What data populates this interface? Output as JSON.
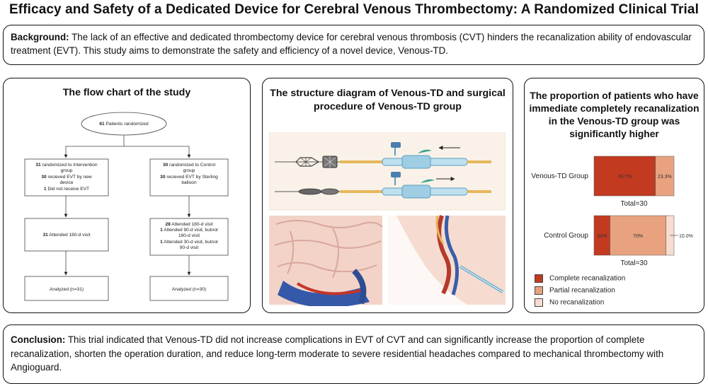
{
  "title": "Efficacy and Safety of a Dedicated Device for Cerebral Venous Thrombectomy: A Randomized Clinical Trial",
  "background": {
    "label": "Background:",
    "text": "The lack of an effective and dedicated thrombectomy device for cerebral venous thrombosis (CVT) hinders the recanalization ability of endovascular treatment (EVT). This study aims to demonstrate the safety and efficiency of a novel device, Venous-TD."
  },
  "flow": {
    "title": "The flow chart of the study",
    "top_num": "61",
    "top_text": "Patients randomized",
    "left": {
      "l1_num": "31",
      "l1_text": "randomized to Intervention",
      "l2": "group",
      "l3_num": "30",
      "l3_text": "recieved EVT by new",
      "l4": "device",
      "l5_num": "1",
      "l5_text": "Did not receive EVT",
      "visit_num": "31",
      "visit_text": "Attended 180-d visit",
      "analyzed": "Analyzed (n=31)"
    },
    "right": {
      "l1_num": "30",
      "l1_text": "randomized to Control",
      "l2": "group",
      "l3_num": "30",
      "l3_text": "recieved EVT by Sterling",
      "l4": "balloon",
      "v1_num": "28",
      "v1_text": "Attended 180-d visit",
      "v2_num": "1",
      "v2_text": "Attended 90-d visit, butnot",
      "v3": "180-d visit",
      "v4_num": "1",
      "v4_text": "Attended 30-d visit, butnot",
      "v5": "90-d visit",
      "analyzed": "Analyzed (n=30)"
    }
  },
  "diagram": {
    "title_line1": "The structure diagram of Venous-TD and surgical",
    "title_line2": "procedure of Venous-TD group"
  },
  "chart_panel": {
    "title_line1": "The proportion of patients who have",
    "title_line2": "immediate completely recanalization",
    "title_line3": "in the Venous-TD group was",
    "title_line4": "significantly higher"
  },
  "chart_data": {
    "type": "bar",
    "orientation": "horizontal",
    "stacked": true,
    "categories": [
      "Venous-TD Group",
      "Control Group"
    ],
    "series": [
      {
        "name": "Complete recanalization",
        "values": [
          76.7,
          20
        ],
        "labels": [
          "76.7%",
          "20%"
        ],
        "color": "#c23a1f"
      },
      {
        "name": "Partial recanalization",
        "values": [
          23.3,
          70
        ],
        "labels": [
          "23.3%",
          "70%"
        ],
        "color": "#e8a27f"
      },
      {
        "name": "No recanalization",
        "values": [
          0,
          10
        ],
        "labels": [
          "",
          "10.0%"
        ],
        "color": "#f7dcd2"
      }
    ],
    "totals": [
      "Total=30",
      "Total=30"
    ],
    "xlim": [
      0,
      100
    ],
    "legend_position": "bottom-left"
  },
  "conclusion": {
    "label": "Conclusion:",
    "text": "This trial indicated that Venous-TD did not increase complications in EVT of CVT and can significantly increase the proportion of complete recanalization, shorten the operation duration, and reduce long-term moderate to severe residential headaches compared to mechanical thrombectomy with Angioguard."
  }
}
